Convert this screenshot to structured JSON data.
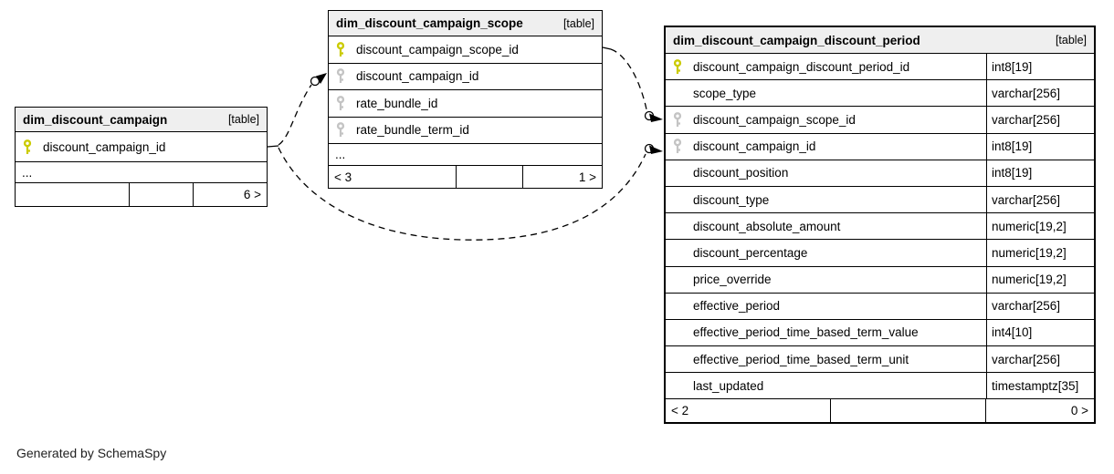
{
  "diagram": {
    "generator_note": "Generated by SchemaSpy",
    "colors": {
      "pk_key": "#cbcb00",
      "fk_key": "#c4c4c4",
      "header_bg": "#efefef",
      "border": "#000000"
    },
    "tables": [
      {
        "name": "dim_discount_campaign",
        "badge": "[table]",
        "columns": [
          {
            "name": "discount_campaign_id",
            "type": "",
            "key": "pk"
          }
        ],
        "ellipsis": "...",
        "footer": {
          "left": "",
          "mid": "",
          "right": "6 >"
        }
      },
      {
        "name": "dim_discount_campaign_scope",
        "badge": "[table]",
        "columns": [
          {
            "name": "discount_campaign_scope_id",
            "type": "",
            "key": "pk"
          },
          {
            "name": "discount_campaign_id",
            "type": "",
            "key": "fk"
          },
          {
            "name": "rate_bundle_id",
            "type": "",
            "key": "fk"
          },
          {
            "name": "rate_bundle_term_id",
            "type": "",
            "key": "fk"
          }
        ],
        "ellipsis": "...",
        "footer": {
          "left": "< 3",
          "mid": "",
          "right": "1 >"
        }
      },
      {
        "name": "dim_discount_campaign_discount_period",
        "badge": "[table]",
        "columns": [
          {
            "name": "discount_campaign_discount_period_id",
            "type": "int8[19]",
            "key": "pk"
          },
          {
            "name": "scope_type",
            "type": "varchar[256]",
            "key": ""
          },
          {
            "name": "discount_campaign_scope_id",
            "type": "varchar[256]",
            "key": "fk"
          },
          {
            "name": "discount_campaign_id",
            "type": "int8[19]",
            "key": "fk"
          },
          {
            "name": "discount_position",
            "type": "int8[19]",
            "key": ""
          },
          {
            "name": "discount_type",
            "type": "varchar[256]",
            "key": ""
          },
          {
            "name": "discount_absolute_amount",
            "type": "numeric[19,2]",
            "key": ""
          },
          {
            "name": "discount_percentage",
            "type": "numeric[19,2]",
            "key": ""
          },
          {
            "name": "price_override",
            "type": "numeric[19,2]",
            "key": ""
          },
          {
            "name": "effective_period",
            "type": "varchar[256]",
            "key": ""
          },
          {
            "name": "effective_period_time_based_term_value",
            "type": "int4[10]",
            "key": ""
          },
          {
            "name": "effective_period_time_based_term_unit",
            "type": "varchar[256]",
            "key": ""
          },
          {
            "name": "last_updated",
            "type": "timestamptz[35]",
            "key": ""
          }
        ],
        "ellipsis": "",
        "footer": {
          "left": "< 2",
          "mid": "",
          "right": "0 >"
        }
      }
    ]
  }
}
